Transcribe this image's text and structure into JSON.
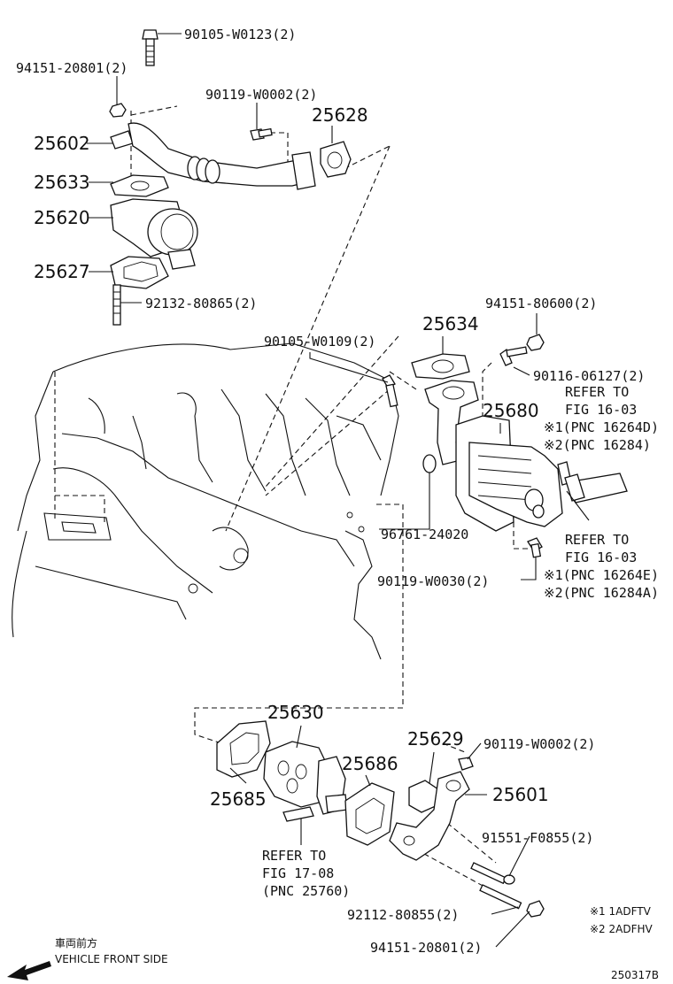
{
  "figure_id": "250317B",
  "parts": {
    "p1": "90105-W0123(2)",
    "p2": "94151-20801(2)",
    "p3": "90119-W0002(2)",
    "p4": "25628",
    "p5": "25602",
    "p6": "25633",
    "p7": "25620",
    "p8": "25627",
    "p9": "92132-80865(2)",
    "p10": "94151-80600(2)",
    "p11": "25634",
    "p12": "90105-W0109(2)",
    "p13": "90116-06127(2)",
    "p14": "25680",
    "p15": "96761-24020",
    "p16": "90119-W0030(2)",
    "p17": "25630",
    "p18": "25629",
    "p19": "90119-W0002(2)",
    "p20": "25686",
    "p21": "25601",
    "p22": "25685",
    "p23": "91551-F0855(2)",
    "p24": "92112-80855(2)",
    "p25": "94151-20801(2)"
  },
  "refs": {
    "ref1": {
      "l1": "REFER TO",
      "l2": "FIG 16-03",
      "l3": "※1(PNC 16264D)",
      "l4": "※2(PNC 16284)"
    },
    "ref2": {
      "l1": "REFER TO",
      "l2": "FIG 16-03",
      "l3": "※1(PNC 16264E)",
      "l4": "※2(PNC 16284A)"
    },
    "ref3": {
      "l1": "REFER TO",
      "l2": "FIG 17-08",
      "l3": "(PNC 25760)"
    }
  },
  "legend": {
    "n1": "※1 1ADFTV",
    "n2": "※2 2ADFHV"
  },
  "direction": {
    "jp": "車両前方",
    "en": "VEHICLE FRONT SIDE"
  }
}
